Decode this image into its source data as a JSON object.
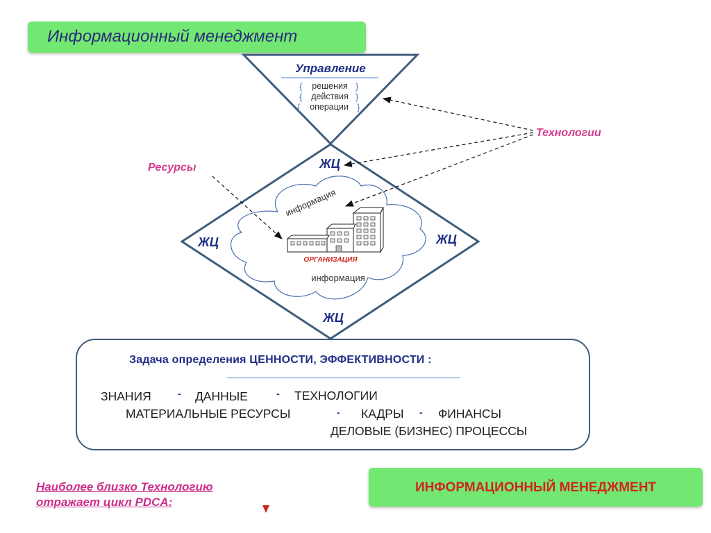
{
  "title": "Информационный  менеджмент",
  "triangle": {
    "heading": "Управление",
    "items": [
      "решения",
      "действия",
      "операции"
    ]
  },
  "lifecycle_label": "ЖЦ",
  "resources_label": "Ресурсы",
  "technologies_label": "Технологии",
  "cloud": {
    "info_top": "информация",
    "info_bottom": "информация",
    "organization": "ОРГАНИЗАЦИЯ"
  },
  "task": {
    "title": "Задача определения ЦЕННОСТИ, ЭФФЕКТИВНОСТИ :",
    "row1": [
      "ЗНАНИЯ",
      "ДАННЫЕ",
      "ТЕХНОЛОГИИ"
    ],
    "row2": [
      "МАТЕРИАЛЬНЫЕ РЕСУРСЫ",
      "КАДРЫ",
      "ФИНАНСЫ"
    ],
    "row3": "ДЕЛОВЫЕ (БИЗНЕС) ПРОЦЕССЫ",
    "separator": "-"
  },
  "note": {
    "line1": "Наиболее близко Технологию",
    "line2": "отражает цикл PDCA:"
  },
  "bottom_label": "ИНФОРМАЦИОННЫЙ  МЕНЕДЖМЕНТ",
  "colors": {
    "green_box": "#72e872",
    "navy": "#1f2f86",
    "pink": "#d63c8f",
    "red": "#d0251c",
    "outline": "#3e5d7c"
  },
  "icons": {
    "building": "building-icon",
    "arrow": "arrow-down-icon"
  }
}
